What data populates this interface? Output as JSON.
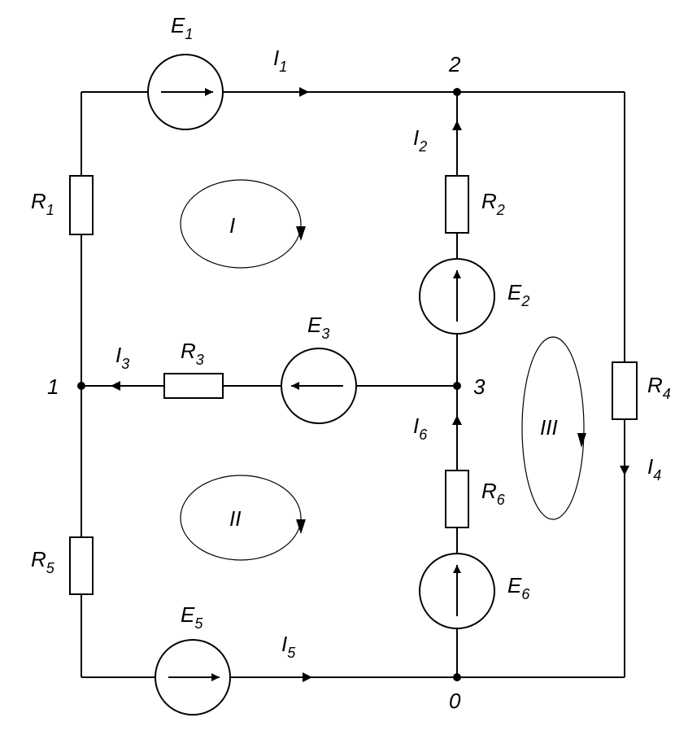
{
  "labels": {
    "E1": {
      "main": "E",
      "sub": "1"
    },
    "E2": {
      "main": "E",
      "sub": "2"
    },
    "E3": {
      "main": "E",
      "sub": "3"
    },
    "E5": {
      "main": "E",
      "sub": "5"
    },
    "E6": {
      "main": "E",
      "sub": "6"
    },
    "R1": {
      "main": "R",
      "sub": "1"
    },
    "R2": {
      "main": "R",
      "sub": "2"
    },
    "R3": {
      "main": "R",
      "sub": "3"
    },
    "R4": {
      "main": "R",
      "sub": "4"
    },
    "R5": {
      "main": "R",
      "sub": "5"
    },
    "R6": {
      "main": "R",
      "sub": "6"
    },
    "I1": {
      "main": "I",
      "sub": "1"
    },
    "I2": {
      "main": "I",
      "sub": "2"
    },
    "I3": {
      "main": "I",
      "sub": "3"
    },
    "I4": {
      "main": "I",
      "sub": "4"
    },
    "I5": {
      "main": "I",
      "sub": "5"
    },
    "I6": {
      "main": "I",
      "sub": "6"
    }
  },
  "nodes": {
    "n0": "0",
    "n1": "1",
    "n2": "2",
    "n3": "3"
  },
  "loops": {
    "loop1": "I",
    "loop2": "II",
    "loop3": "III"
  }
}
